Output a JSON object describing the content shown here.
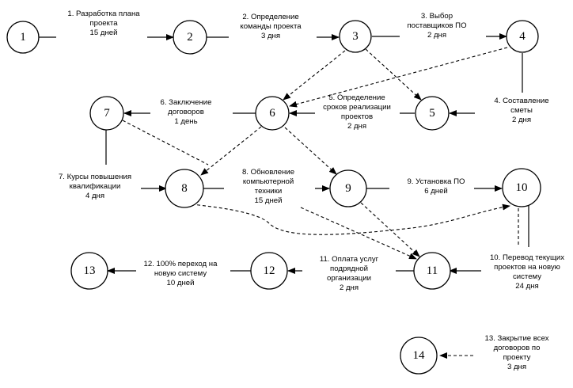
{
  "nodes": [
    "1",
    "2",
    "3",
    "4",
    "5",
    "6",
    "7",
    "8",
    "9",
    "10",
    "11",
    "12",
    "13",
    "14"
  ],
  "tasks": [
    {
      "lines": [
        "1. Разработка плана",
        "проекта",
        "15 дней"
      ]
    },
    {
      "lines": [
        "2. Определение",
        "команды проекта",
        "3 дня"
      ]
    },
    {
      "lines": [
        "3. Выбор",
        "поставщиков ПО",
        "2 дня"
      ]
    },
    {
      "lines": [
        "4. Составление",
        "сметы",
        "2 дня"
      ]
    },
    {
      "lines": [
        "5. Определение",
        "сроков реализации",
        "проектов",
        "2 дня"
      ]
    },
    {
      "lines": [
        "6. Заключение",
        "договоров",
        "1 день"
      ]
    },
    {
      "lines": [
        "7. Курсы повышения",
        "квалификации",
        "4 дня"
      ]
    },
    {
      "lines": [
        "8. Обновление",
        "компьютерной",
        "техники",
        "15 дней"
      ]
    },
    {
      "lines": [
        "9. Установка ПО",
        "6 дней"
      ]
    },
    {
      "lines": [
        "10. Перевод текущих",
        "проектов на новую",
        "систему",
        "24 дня"
      ]
    },
    {
      "lines": [
        "11. Оплата услуг",
        "подрядной",
        "организации",
        "2 дня"
      ]
    },
    {
      "lines": [
        "12. 100% переход на",
        "новую систему",
        "10 дней"
      ]
    },
    {
      "lines": [
        "13. Закрытие всех",
        "договоров по",
        "проекту",
        "3 дня"
      ]
    }
  ]
}
